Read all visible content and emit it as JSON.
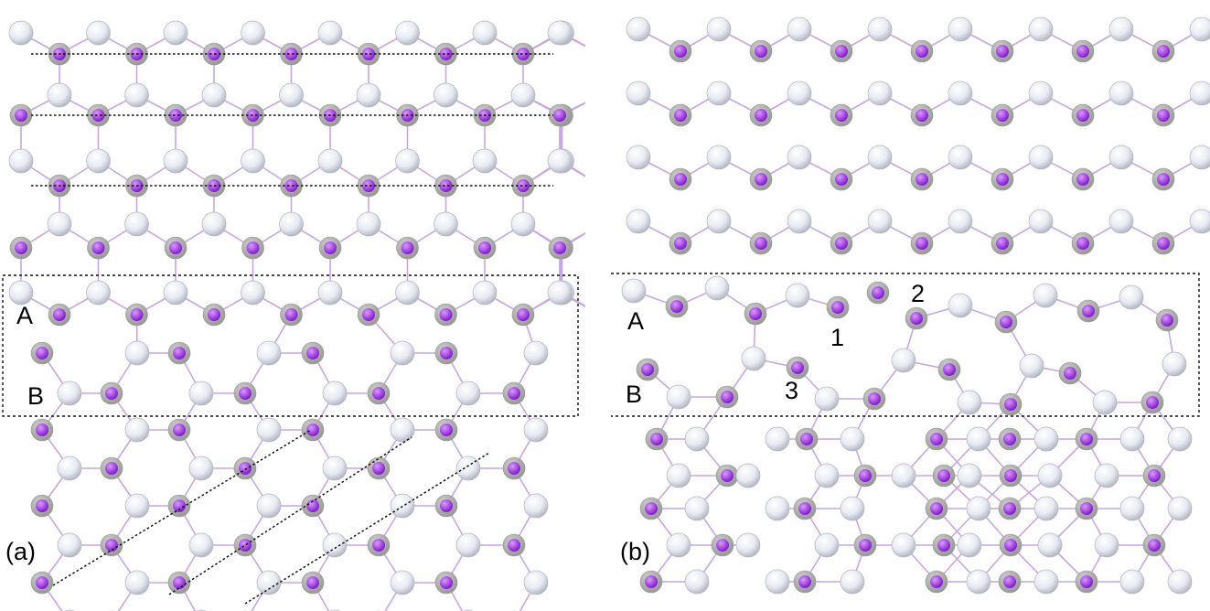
{
  "panels": [
    {
      "id": "a",
      "label": "(a)",
      "row_a_label": "A",
      "row_b_label": "B"
    },
    {
      "id": "b",
      "label": "(b)",
      "row_a_label": "A",
      "row_b_label": "B",
      "site_labels": [
        "1",
        "2",
        "3"
      ]
    }
  ],
  "colors": {
    "light_atom": "#e9ecf4",
    "heavy_atom": "#a8a8a8",
    "dopant_atom": "#9b30e0",
    "bond": "#c9a6e0",
    "outline": "#111111"
  }
}
